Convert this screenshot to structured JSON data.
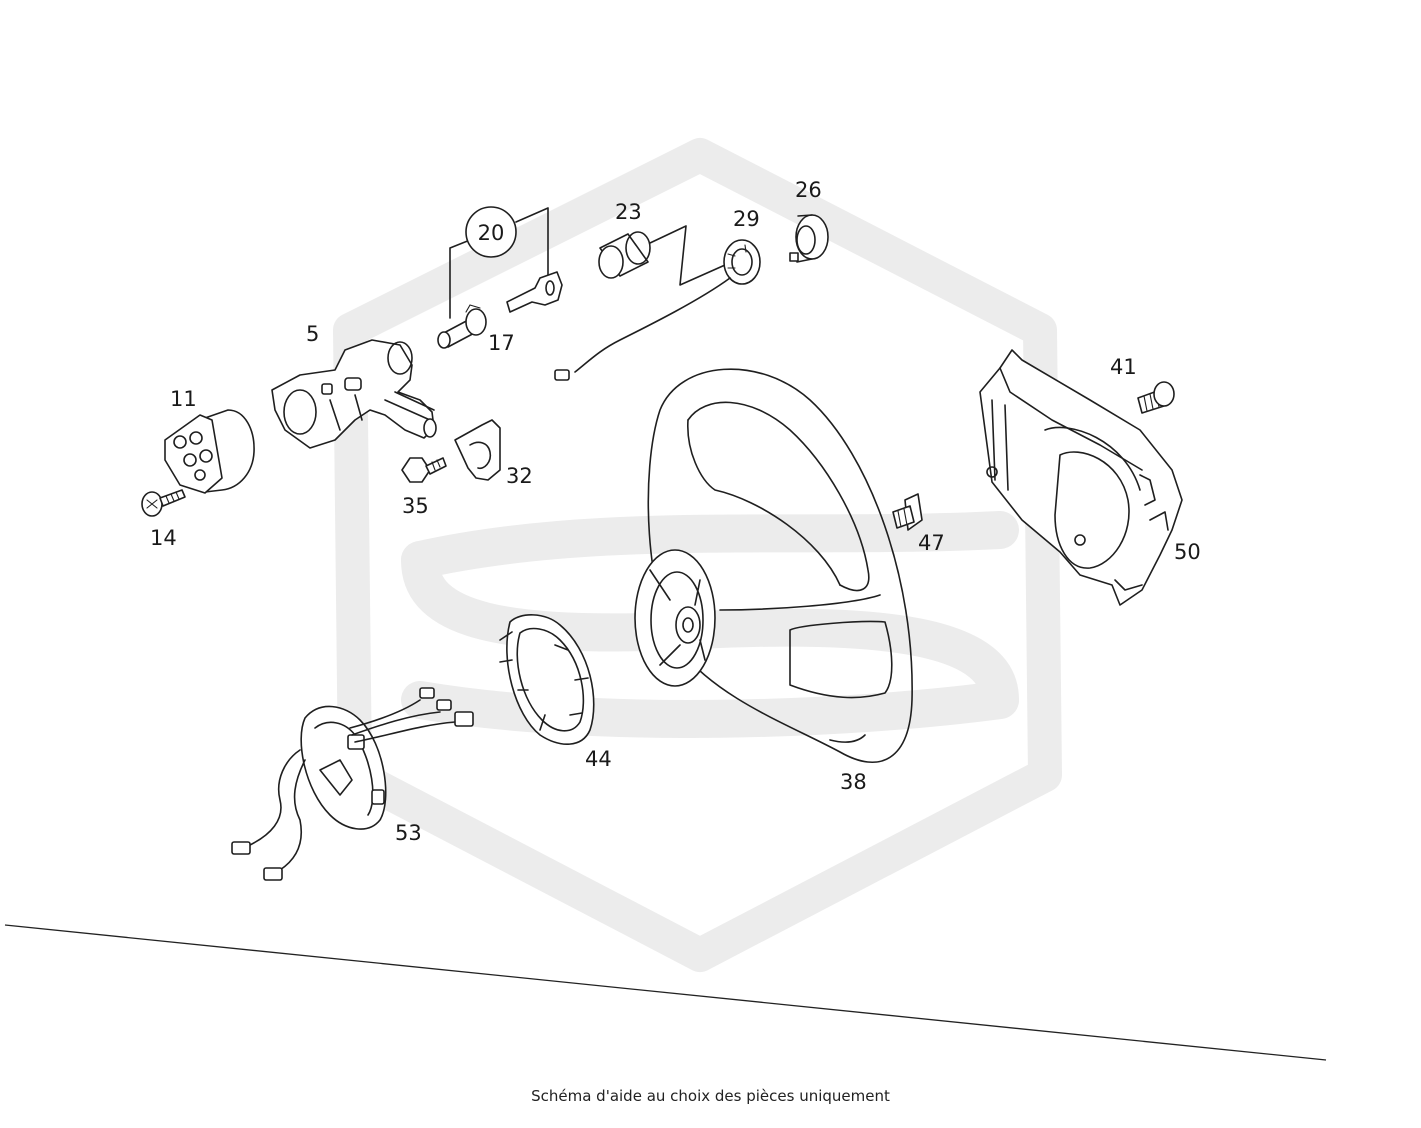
{
  "callouts": {
    "c5": "5",
    "c11": "11",
    "c14": "14",
    "c17": "17",
    "c20": "20",
    "c23": "23",
    "c26": "26",
    "c29": "29",
    "c32": "32",
    "c35": "35",
    "c38": "38",
    "c41": "41",
    "c44": "44",
    "c47": "47",
    "c50": "50",
    "c53": "53"
  },
  "caption": "Schéma d'aide au choix des pièces uniquement",
  "colors": {
    "line": "#1f1f1f",
    "watermark": "#ececec",
    "background": "#ffffff"
  }
}
